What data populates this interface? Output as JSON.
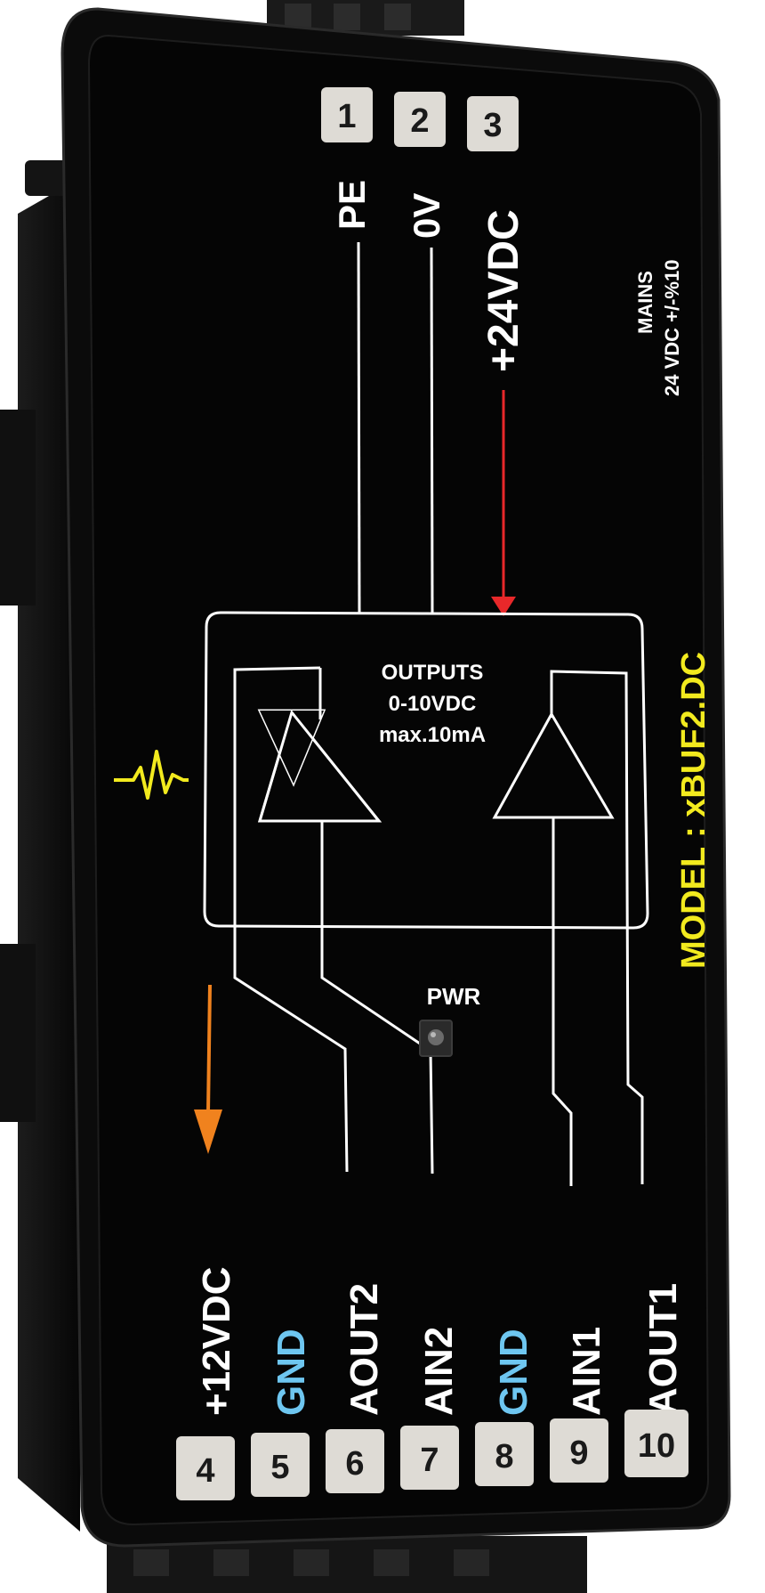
{
  "top_terminals": [
    {
      "number": "1",
      "label": "PE"
    },
    {
      "number": "2",
      "label": "0V"
    },
    {
      "number": "3",
      "label": "+24VDC"
    }
  ],
  "bottom_terminals": [
    {
      "number": "4",
      "label": "+12VDC",
      "color": "#ffffff"
    },
    {
      "number": "5",
      "label": "GND",
      "color": "#6ec6f0"
    },
    {
      "number": "6",
      "label": "AOUT2",
      "color": "#ffffff"
    },
    {
      "number": "7",
      "label": "AIN2",
      "color": "#ffffff"
    },
    {
      "number": "8",
      "label": "GND",
      "color": "#6ec6f0"
    },
    {
      "number": "9",
      "label": "AIN1",
      "color": "#ffffff"
    },
    {
      "number": "10",
      "label": "AOUT1",
      "color": "#ffffff"
    }
  ],
  "mains": {
    "line1": "MAINS",
    "line2": "24 VDC +/-%10"
  },
  "outputs": {
    "line1": "OUTPUTS",
    "line2": "0-10VDC",
    "line3": "max.10mA"
  },
  "model": "MODEL : xBUF2.DC",
  "pwr_label": "PWR",
  "colors": {
    "housing": "#0b0b0b",
    "terminal_box": "#dedbd5",
    "arrow_24v": "#e8282a",
    "arrow_12v": "#f0821e",
    "model_text": "#f2ea1e",
    "gnd_text": "#6ec6f0"
  },
  "icons": [
    "signal-pulse-icon",
    "pwr-led-icon"
  ]
}
